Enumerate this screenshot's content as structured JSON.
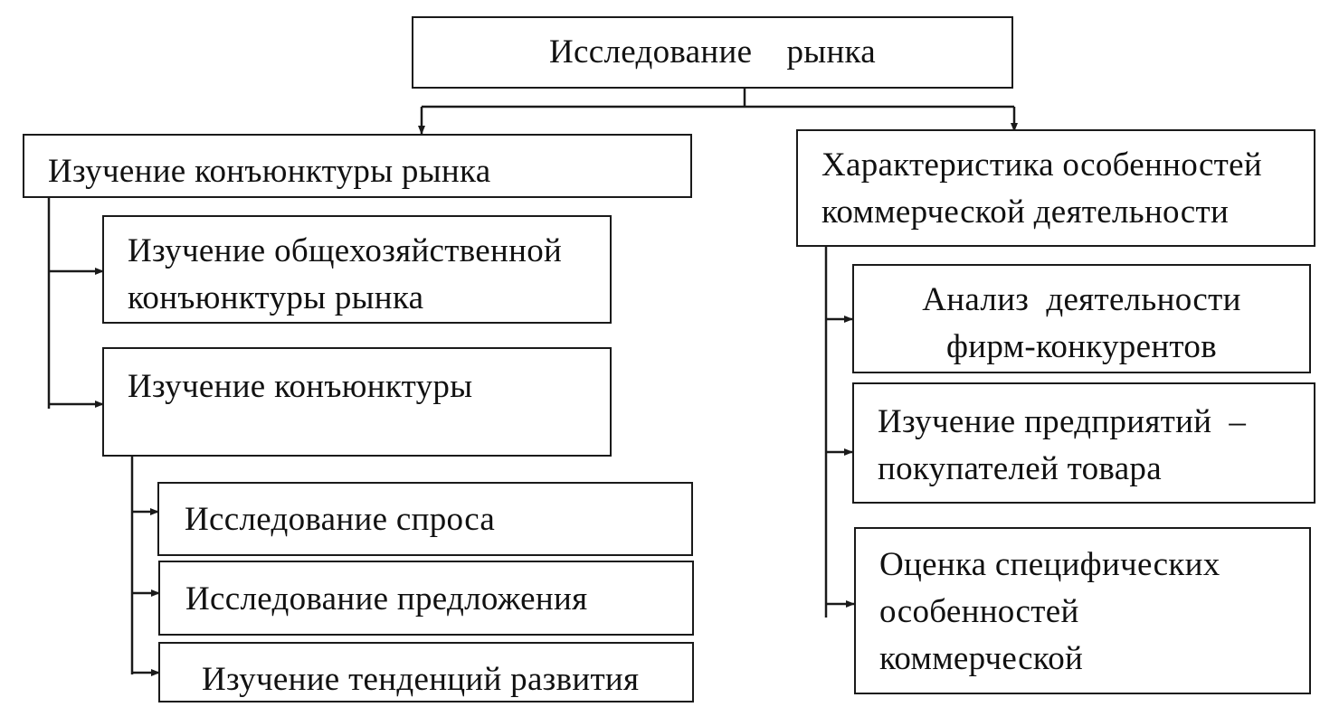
{
  "diagram": {
    "root": {
      "label": "Исследование    рынка"
    },
    "left_branch": {
      "label": "Изучение конъюнктуры рынка",
      "children": [
        {
          "lines": [
            "Изучение общехозяйственной",
            "конъюнктуры рынка"
          ]
        },
        {
          "lines": [
            "Изучение конъюнктуры"
          ]
        }
      ],
      "sub_children": [
        {
          "label": "Исследование спроса"
        },
        {
          "label": "Исследование предложения"
        },
        {
          "label": "Изучение тенденций развития"
        }
      ]
    },
    "right_branch": {
      "lines": [
        "Характеристика особенностей",
        "коммерческой деятельности"
      ],
      "children": [
        {
          "lines": [
            "Анализ  деятельности",
            "фирм-конкурентов"
          ]
        },
        {
          "lines": [
            "Изучение предприятий  –",
            "покупателей товара"
          ]
        },
        {
          "lines": [
            "Оценка специфических",
            "особенностей",
            "коммерческой"
          ]
        }
      ]
    }
  }
}
